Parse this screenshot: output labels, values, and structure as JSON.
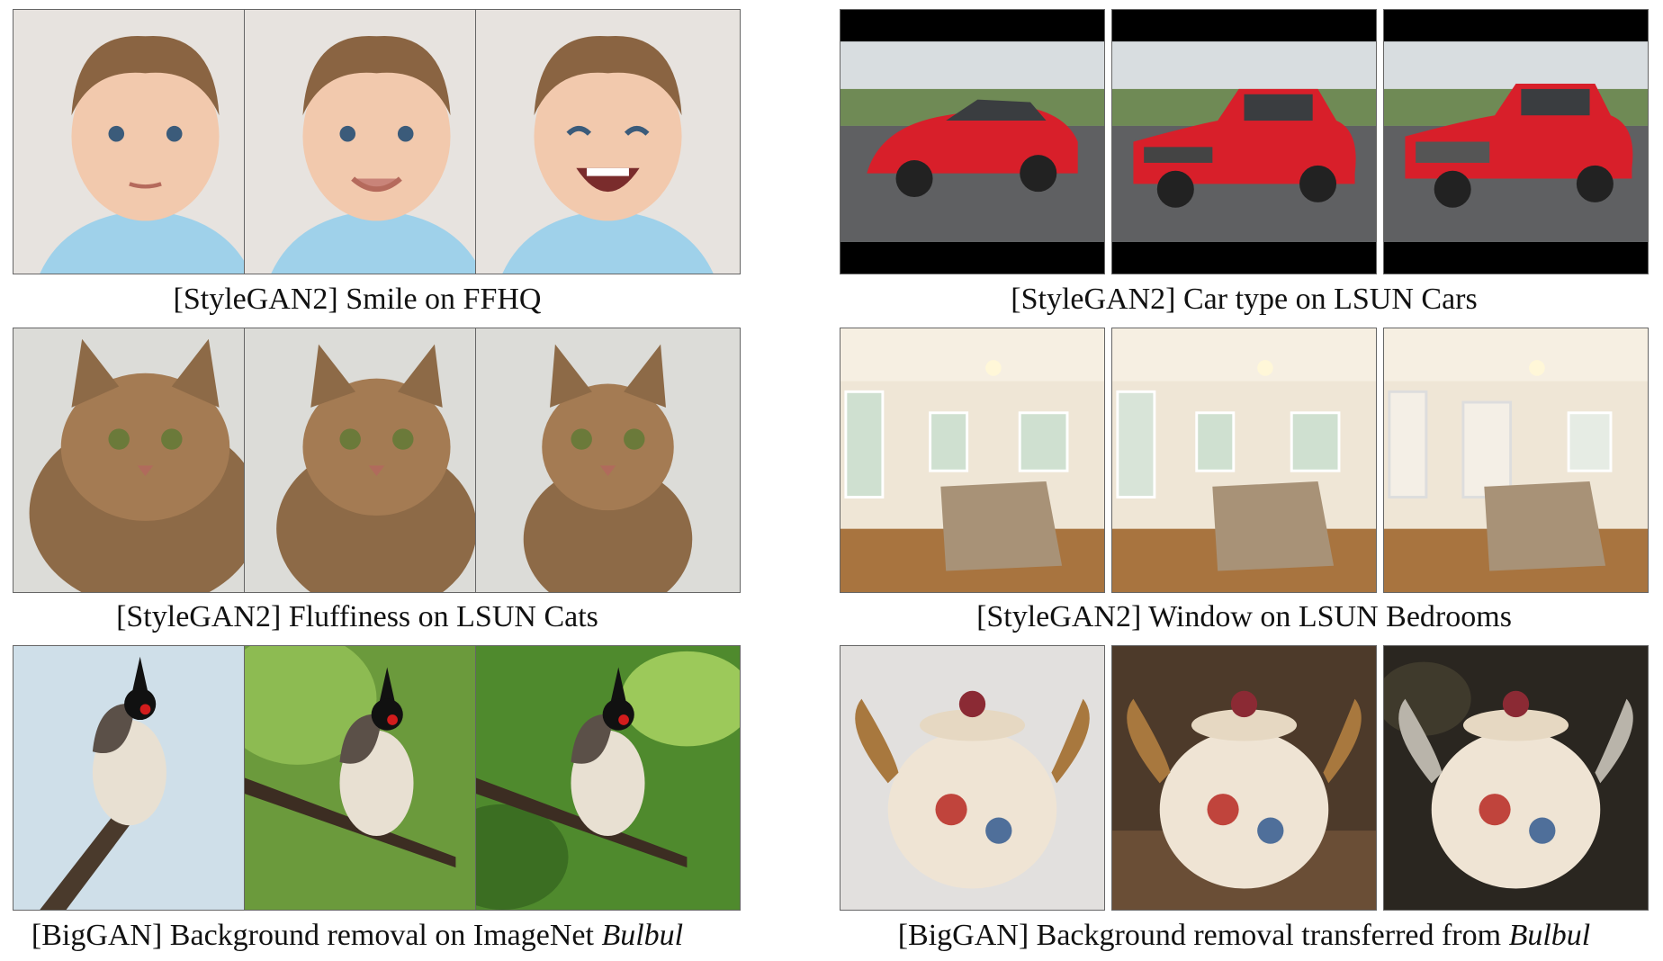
{
  "figure": {
    "panels": [
      {
        "caption": "[StyleGAN2] Smile on FFHQ",
        "caption_suffix": "",
        "subject": "baby face",
        "image_count": 3
      },
      {
        "caption": "[StyleGAN2] Car type on LSUN Cars",
        "caption_suffix": "",
        "subject": "red car",
        "image_count": 3
      },
      {
        "caption": "[StyleGAN2] Fluffiness on LSUN Cats",
        "caption_suffix": "",
        "subject": "cat",
        "image_count": 3
      },
      {
        "caption": "[StyleGAN2] Window on LSUN Bedrooms",
        "caption_suffix": "",
        "subject": "bedroom",
        "image_count": 3
      },
      {
        "caption": "[BigGAN] Background removal on ImageNet ",
        "caption_suffix": "Bulbul",
        "subject": "bulbul bird",
        "image_count": 3
      },
      {
        "caption": "[BigGAN] Background removal transferred from ",
        "caption_suffix": "Bulbul",
        "subject": "teapot",
        "image_count": 3
      }
    ]
  },
  "colors": {
    "skin": "#f2c9ad",
    "shirt": "#9fd1ea",
    "car_red": "#d81f2a",
    "cat_fur": "#9a7450",
    "bedroom_wall": "#efe6d6",
    "bird_sky": "#cfdfe9",
    "leaf_green": "#6b9a3c"
  }
}
